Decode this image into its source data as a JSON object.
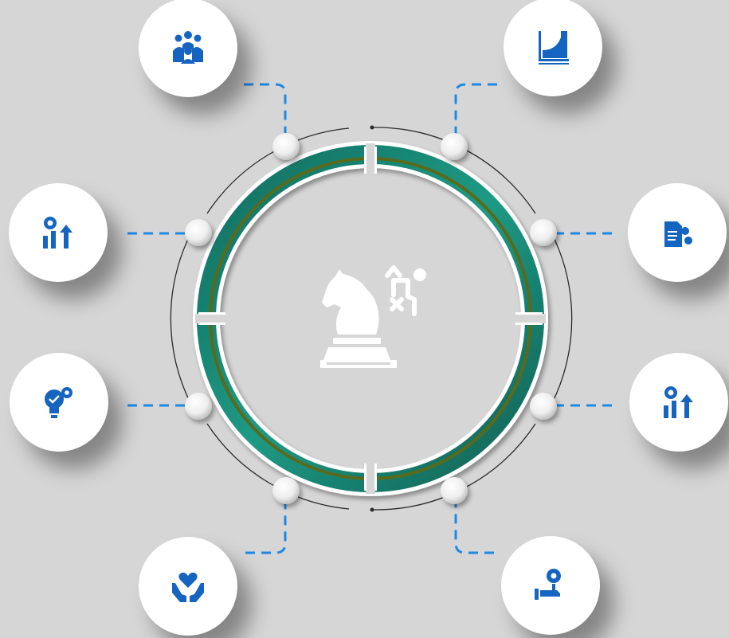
{
  "diagram": {
    "center_icon": "chess-knight-strategy-icon",
    "nodes": [
      {
        "id": "top-left",
        "icon": "team-people-icon"
      },
      {
        "id": "top-right",
        "icon": "growth-curve-chart-icon"
      },
      {
        "id": "mid-left-upper",
        "icon": "gear-bar-growth-icon"
      },
      {
        "id": "mid-right-upper",
        "icon": "document-process-icon"
      },
      {
        "id": "mid-left-lower",
        "icon": "lightbulb-gear-icon"
      },
      {
        "id": "mid-right-lower",
        "icon": "gear-bar-growth-icon"
      },
      {
        "id": "bottom-left",
        "icon": "heart-hands-care-icon"
      },
      {
        "id": "bottom-right",
        "icon": "hand-target-offer-icon"
      }
    ]
  },
  "colors": {
    "background": "#d6d6d6",
    "icon_blue": "#1565c0",
    "connector_blue": "#1e88e5",
    "ring_teal": "#1a7f6e",
    "ring_inner_line": "#5a6b1e",
    "outline": "#2b2b2b"
  }
}
